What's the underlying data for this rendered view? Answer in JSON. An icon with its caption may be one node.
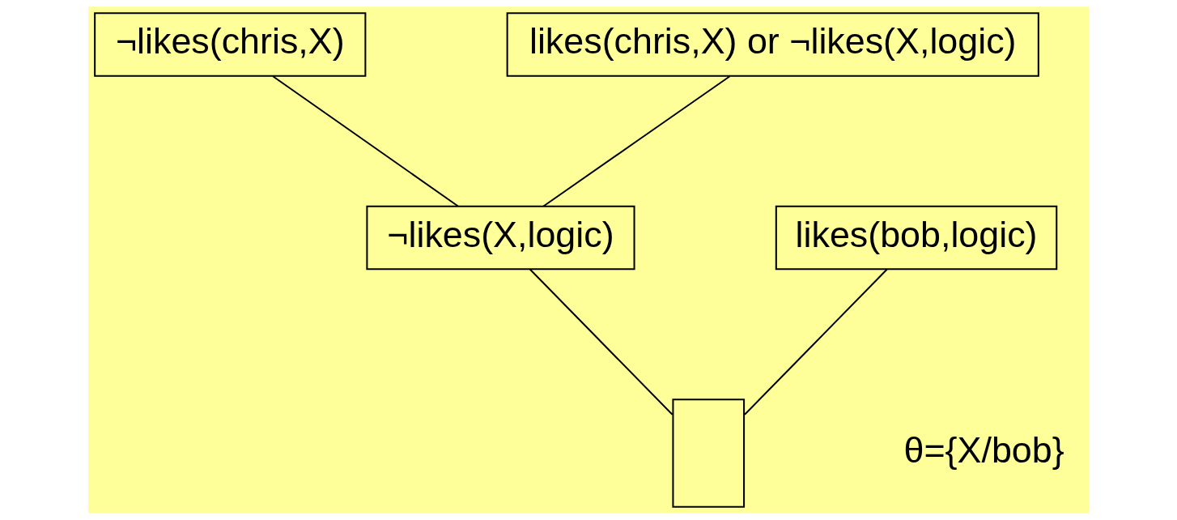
{
  "diagram": {
    "nodes": [
      {
        "text": [
          "¬likes(chris,X)"
        ]
      },
      {
        "text": [
          "likes(chris,X) or ¬likes(X,logic)"
        ]
      },
      {
        "text": [
          "¬likes(X,logic)"
        ]
      },
      {
        "text": [
          "likes(bob,logic)"
        ]
      },
      {
        "text": [],
        "shape": "box"
      }
    ],
    "edges": [
      {
        "from": 0,
        "to": 2,
        "arrow": "none"
      },
      {
        "from": 1,
        "to": 2,
        "arrow": "none"
      },
      {
        "from": 2,
        "to": 4,
        "arrow": "none"
      },
      {
        "from": 3,
        "to": 4,
        "arrow": "none"
      }
    ],
    "labels": [
      "θ={X/bob}"
    ]
  }
}
